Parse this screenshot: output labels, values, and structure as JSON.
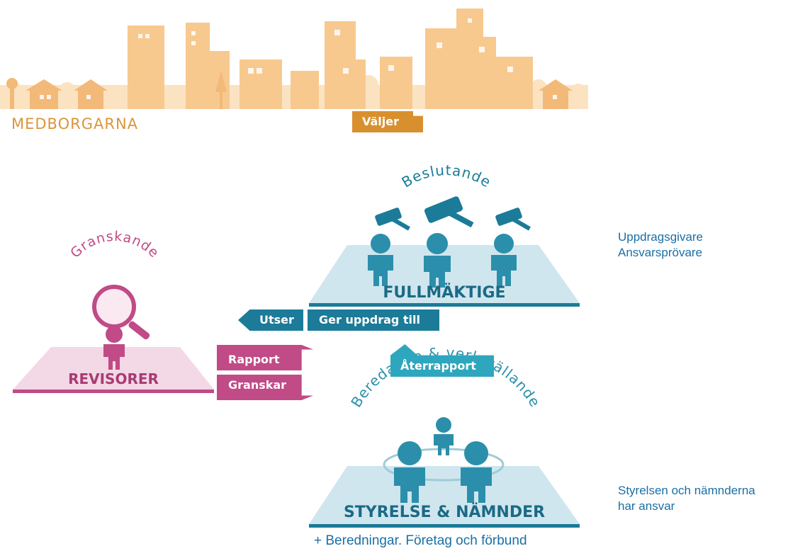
{
  "citizens_label": "MEDBORGARNA",
  "elects_label": "Väljer",
  "council": {
    "arc_label": "Beslutande",
    "title": "FULLMÄKTIGE",
    "roles": [
      "Uppdragsgivare",
      "Ansvarsprövare"
    ]
  },
  "auditors": {
    "arc_label": "Granskande",
    "title": "REVISORER"
  },
  "boards": {
    "arc_label": "Beredande & verkställande",
    "title": "STYRELSE & NÄMNDER",
    "roles": [
      "Styrelsen och nämnderna",
      "har ansvar"
    ]
  },
  "arrows": {
    "appoints": "Utser",
    "assigns": "Ger uppdrag till",
    "reports_back": "Återrapport",
    "report": "Rapport",
    "audits": "Granskar"
  },
  "footnote": "+ Beredningar. Företag och förbund",
  "colors": {
    "citizens": "#d9963a",
    "council": "#1b7b98",
    "boards": "#2ea7be",
    "auditors": "#c04b86"
  }
}
